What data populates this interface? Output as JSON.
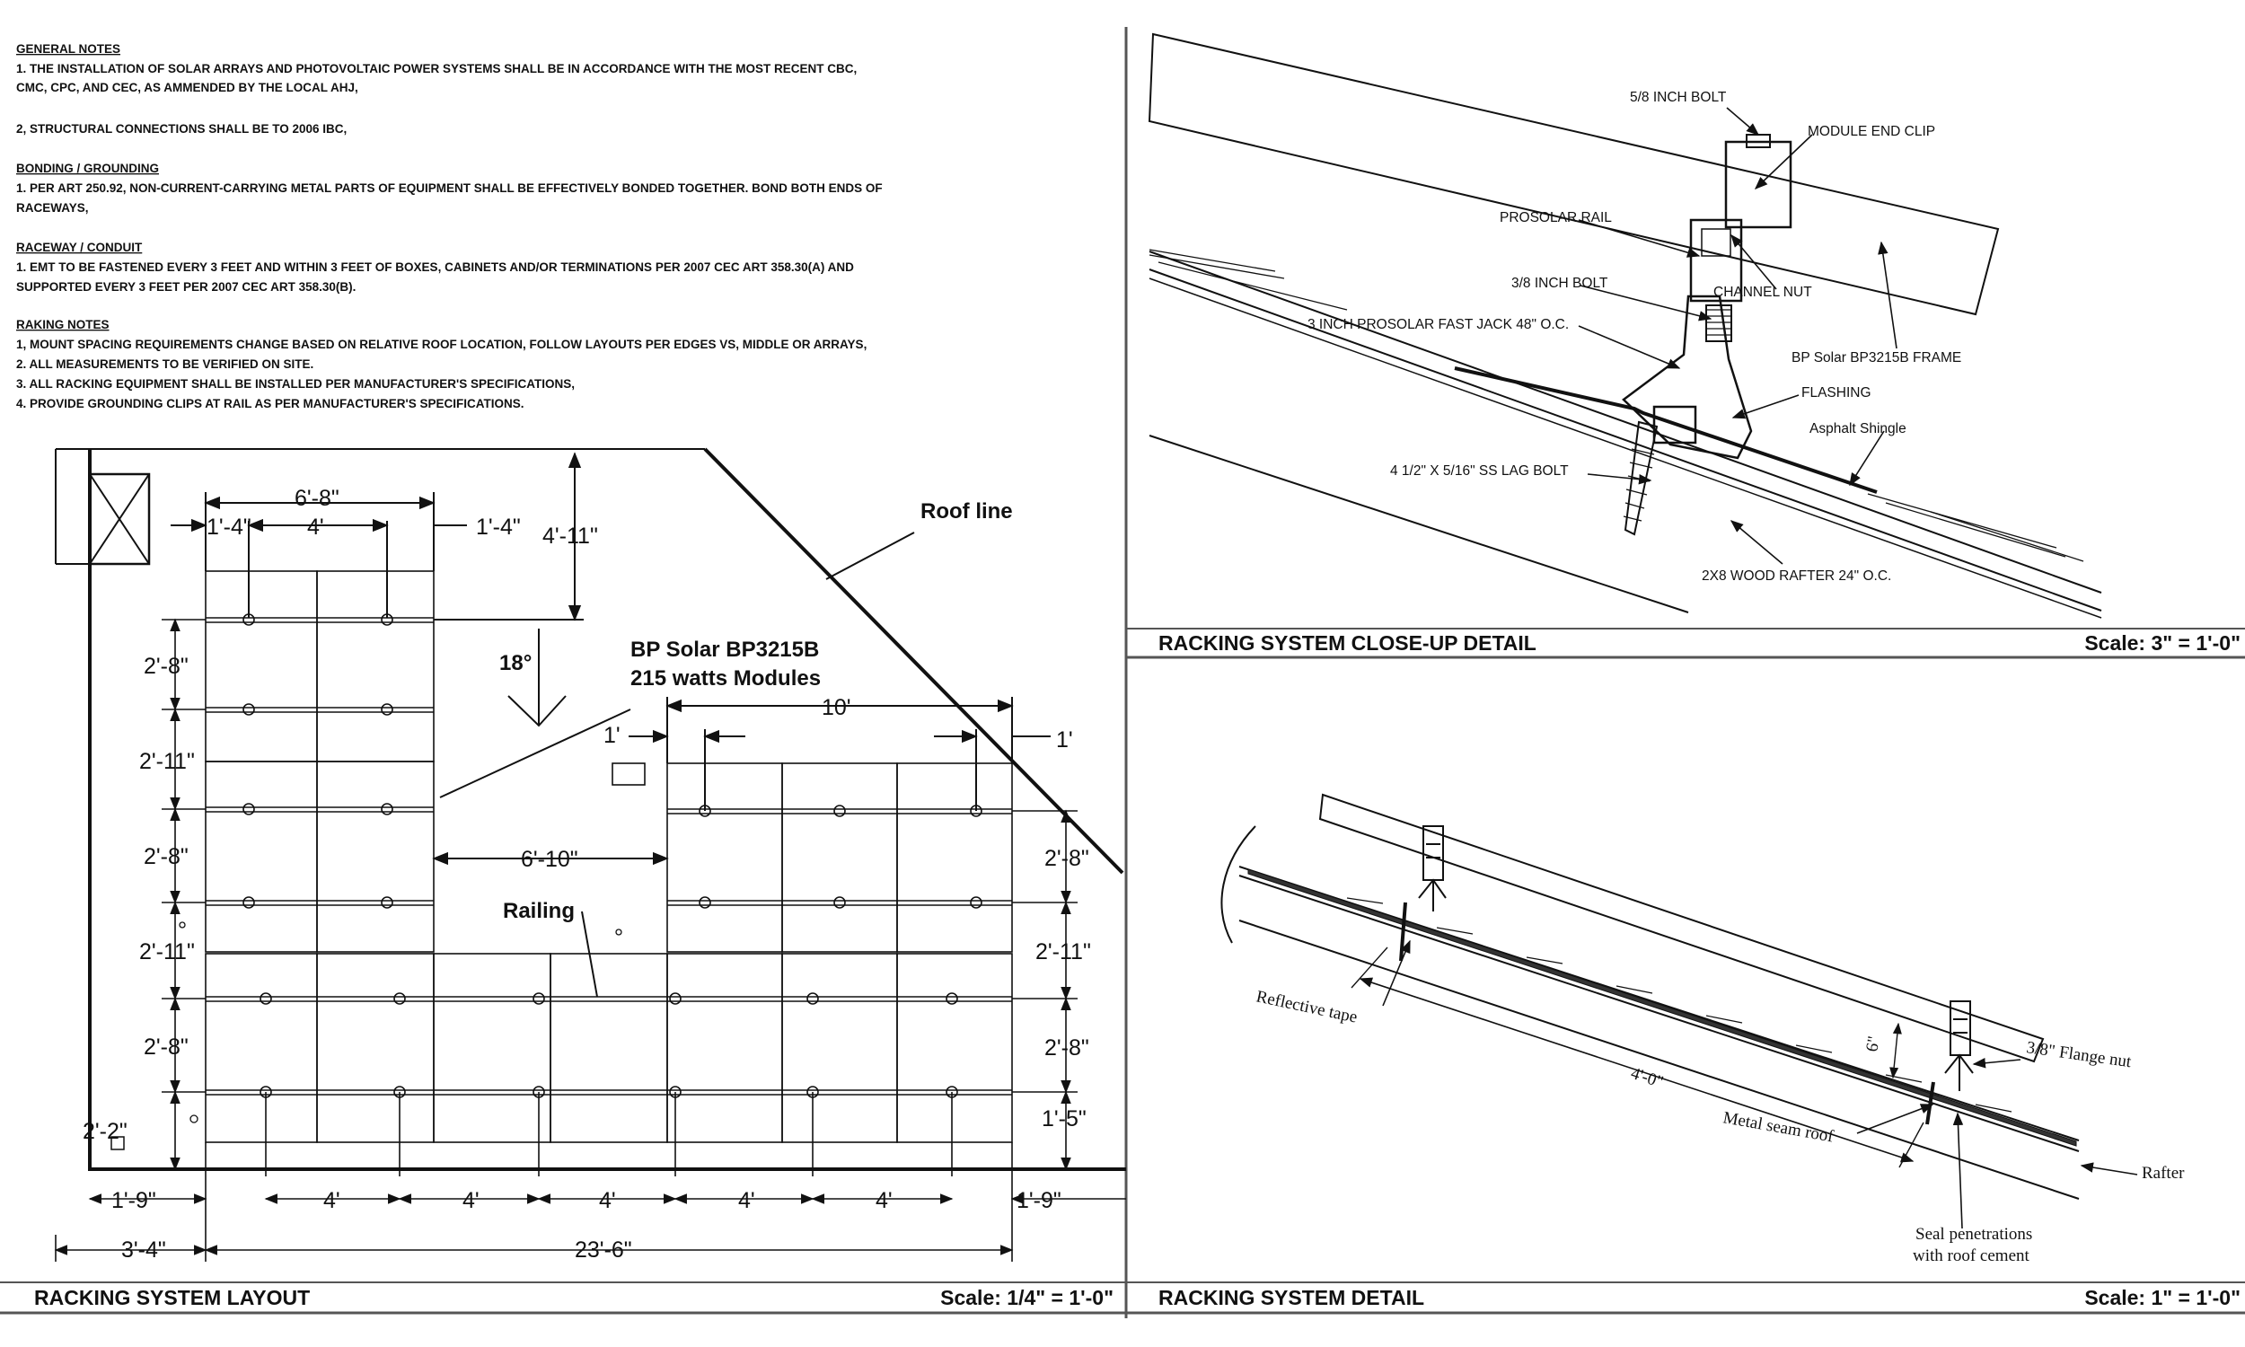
{
  "general_notes": {
    "heading": "GENERAL NOTES",
    "line1": "1. THE INSTALLATION OF SOLAR ARRAYS AND PHOTOVOLTAIC POWER SYSTEMS SHALL BE IN ACCORDANCE WITH THE MOST RECENT CBC,",
    "line2": "CMC, CPC, AND CEC, AS AMMENDED BY THE LOCAL AHJ,",
    "line3": "2, STRUCTURAL CONNECTIONS SHALL BE TO 2006 IBC,"
  },
  "bonding_notes": {
    "heading": "BONDING / GROUNDING",
    "line1": "1. PER ART 250.92, NON-CURRENT-CARRYING METAL PARTS OF EQUIPMENT SHALL BE EFFECTIVELY BONDED TOGETHER. BOND BOTH ENDS OF",
    "line2": "RACEWAYS,"
  },
  "raceway_notes": {
    "heading": "RACEWAY / CONDUIT",
    "line1": "1. EMT TO BE FASTENED EVERY 3 FEET AND WITHIN 3 FEET OF BOXES, CABINETS AND/OR TERMINATIONS PER 2007 CEC ART 358.30(A) AND",
    "line2": "SUPPORTED EVERY 3 FEET PER 2007 CEC ART 358.30(B)."
  },
  "raking_notes": {
    "heading": "RAKING NOTES",
    "line1": "1, MOUNT SPACING REQUIREMENTS CHANGE BASED ON RELATIVE ROOF LOCATION, FOLLOW LAYOUTS PER EDGES VS, MIDDLE OR ARRAYS,",
    "line2": "2. ALL MEASUREMENTS TO BE VERIFIED ON SITE.",
    "line3": "3. ALL RACKING EQUIPMENT SHALL BE INSTALLED PER MANUFACTURER'S SPECIFICATIONS,",
    "line4": "4. PROVIDE GROUNDING CLIPS AT RAIL AS PER MANUFACTURER'S SPECIFICATIONS."
  },
  "layout": {
    "roof_line_label": "Roof line",
    "module_label_1": "BP Solar BP3215B",
    "module_label_2": "215 watts Modules",
    "railing_label": "Railing",
    "angle_label": "18°",
    "dims": {
      "top_6_8": "6'-8\"",
      "top_1_4_left": "1'-4\"",
      "top_4": "4'",
      "top_1_4_right": "1'-4\"",
      "top_4_11": "4'-11\"",
      "right_10": "10'",
      "right_1_left": "1'",
      "right_1_right": "1'",
      "mid_6_10": "6'-10\"",
      "l_2_8_a": "2'-8\"",
      "l_2_11_a": "2'-11\"",
      "l_2_8_b": "2'-8\"",
      "l_2_11_b": "2'-11\"",
      "l_2_8_c": "2'-8\"",
      "l_2_2": "2'-2\"",
      "r_2_8_a": "2'-8\"",
      "r_2_11": "2'-11\"",
      "r_2_8_b": "2'-8\"",
      "r_1_5": "1'-5\"",
      "b_1_9_left": "1'-9\"",
      "b_4_1": "4'",
      "b_4_2": "4'",
      "b_4_3": "4'",
      "b_4_4": "4'",
      "b_4_5": "4'",
      "b_1_9_right": "1'-9\"",
      "b_3_4": "3'-4\"",
      "b_23_6": "23'-6\""
    },
    "title": "RACKING SYSTEM LAYOUT",
    "scale": "Scale: 1/4\" = 1'-0\""
  },
  "closeup": {
    "labels": {
      "bolt_5_8": "5/8 INCH BOLT",
      "end_clip": "MODULE END CLIP",
      "prosolar_rail": "PROSOLAR RAIL",
      "bolt_3_8": "3/8 INCH BOLT",
      "channel_nut": "CHANNEL NUT",
      "fast_jack": "3 INCH PROSOLAR FAST JACK 48\" O.C.",
      "frame": "BP Solar BP3215B FRAME",
      "flashing": "FLASHING",
      "shingle": "Asphalt Shingle",
      "lag_bolt": "4 1/2\" X 5/16\" SS LAG BOLT",
      "rafter": "2X8 WOOD RAFTER 24\" O.C."
    },
    "title": "RACKING SYSTEM CLOSE-UP DETAIL",
    "scale": "Scale: 3\" = 1'-0\""
  },
  "detail": {
    "labels": {
      "reflective_tape": "Reflective tape",
      "flange_nut": "3/8\" Flange nut",
      "dim_6": "6\"",
      "dim_4_0": "4'-0\"",
      "metal_seam": "Metal seam roof",
      "rafter": "Rafter",
      "seal_1": "Seal penetrations",
      "seal_2": "with roof cement"
    },
    "title": "RACKING SYSTEM DETAIL",
    "scale": "Scale: 1\" = 1'-0\""
  }
}
